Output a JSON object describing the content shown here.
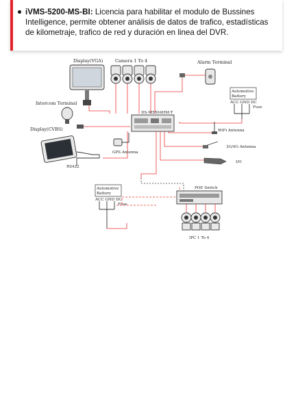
{
  "feature": {
    "name": "iVMS-5200-MS-BI:",
    "description": "Licencia para habilitar el modulo de Bussines Intelligence, permite obtener análisis de datos de trafico, estadísticas de kilometraje, trafico de red y duración en linea del DVR."
  },
  "diagram": {
    "display_vga": "Display(VGA)",
    "camera_label": "Camera 1 To 4",
    "alarm_terminal": "Alarm Terminal",
    "intercom_terminal": "Intercom Terminal",
    "display_cvbs": "Display(CVBS)",
    "rs422": "RS422",
    "gps_antenna": "GPS Antenna",
    "wifi_antenna": "WiFi Antenna",
    "antenna_3g4g": "3G/4G Antenna",
    "io": "I/O",
    "battery_top": {
      "line1": "Automotive",
      "line2": "Battery",
      "pins": "ACC GND DC",
      "fuse": "Fuse"
    },
    "battery_bottom": {
      "line1": "Automotive",
      "line2": "Battery",
      "pins": "ACC GND DC",
      "fuse": "Fuse"
    },
    "poe_switch": "POE Switch",
    "ipc_label": "IPC 1 To 4",
    "dvr_model": "DS-M5504HM-T"
  }
}
